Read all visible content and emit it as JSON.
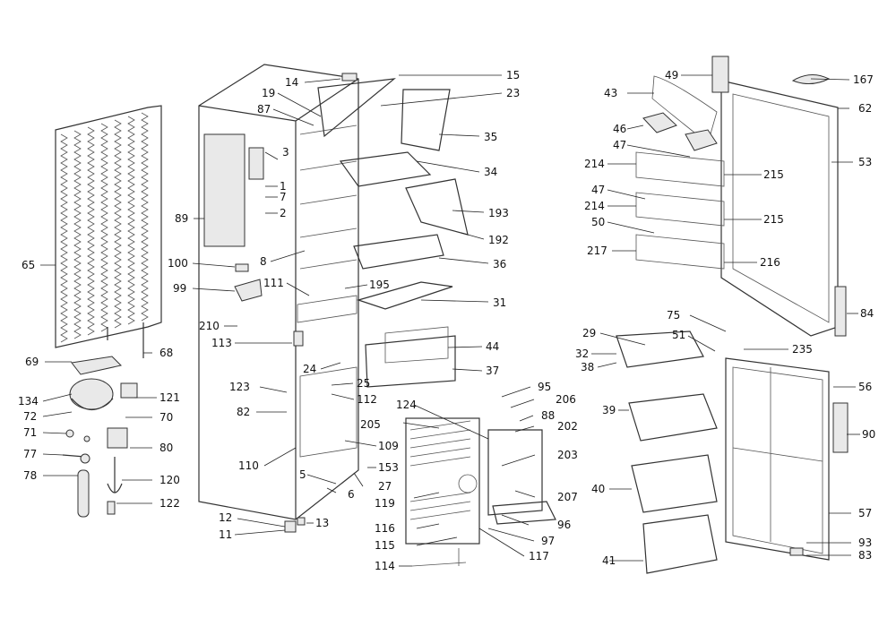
{
  "labels": {
    "l1": "1",
    "l2": "2",
    "l3": "3",
    "l5": "5",
    "l6": "6",
    "l7": "7",
    "l8": "8",
    "l11": "11",
    "l12": "12",
    "l13": "13",
    "l14": "14",
    "l15": "15",
    "l19": "19",
    "l23": "23",
    "l24": "24",
    "l25": "25",
    "l27": "27",
    "l29": "29",
    "l31": "31",
    "l32": "32",
    "l34": "34",
    "l35": "35",
    "l36": "36",
    "l37": "37",
    "l38": "38",
    "l39": "39",
    "l40": "40",
    "l41": "41",
    "l43": "43",
    "l44": "44",
    "l46": "46",
    "l47a": "47",
    "l47b": "47",
    "l49": "49",
    "l50": "50",
    "l51": "51",
    "l53": "53",
    "l56": "56",
    "l57": "57",
    "l62": "62",
    "l65": "65",
    "l68": "68",
    "l69": "69",
    "l70": "70",
    "l71": "71",
    "l72": "72",
    "l75": "75",
    "l77": "77",
    "l78": "78",
    "l80": "80",
    "l82": "82",
    "l83": "83",
    "l84": "84",
    "l87": "87",
    "l88": "88",
    "l89": "89",
    "l90": "90",
    "l93": "93",
    "l95": "95",
    "l96": "96",
    "l97": "97",
    "l99": "99",
    "l100": "100",
    "l109": "109",
    "l110": "110",
    "l111": "111",
    "l112": "112",
    "l113": "113",
    "l114": "114",
    "l115": "115",
    "l116": "116",
    "l117": "117",
    "l119": "119",
    "l120": "120",
    "l121": "121",
    "l122": "122",
    "l123": "123",
    "l124": "124",
    "l134": "134",
    "l153": "153",
    "l167": "167",
    "l192": "192",
    "l193": "193",
    "l195": "195",
    "l202": "202",
    "l203": "203",
    "l205": "205",
    "l206": "206",
    "l207": "207",
    "l210": "210",
    "l214a": "214",
    "l214b": "214",
    "l215a": "215",
    "l215b": "215",
    "l216": "216",
    "l217": "217",
    "l235": "235"
  }
}
